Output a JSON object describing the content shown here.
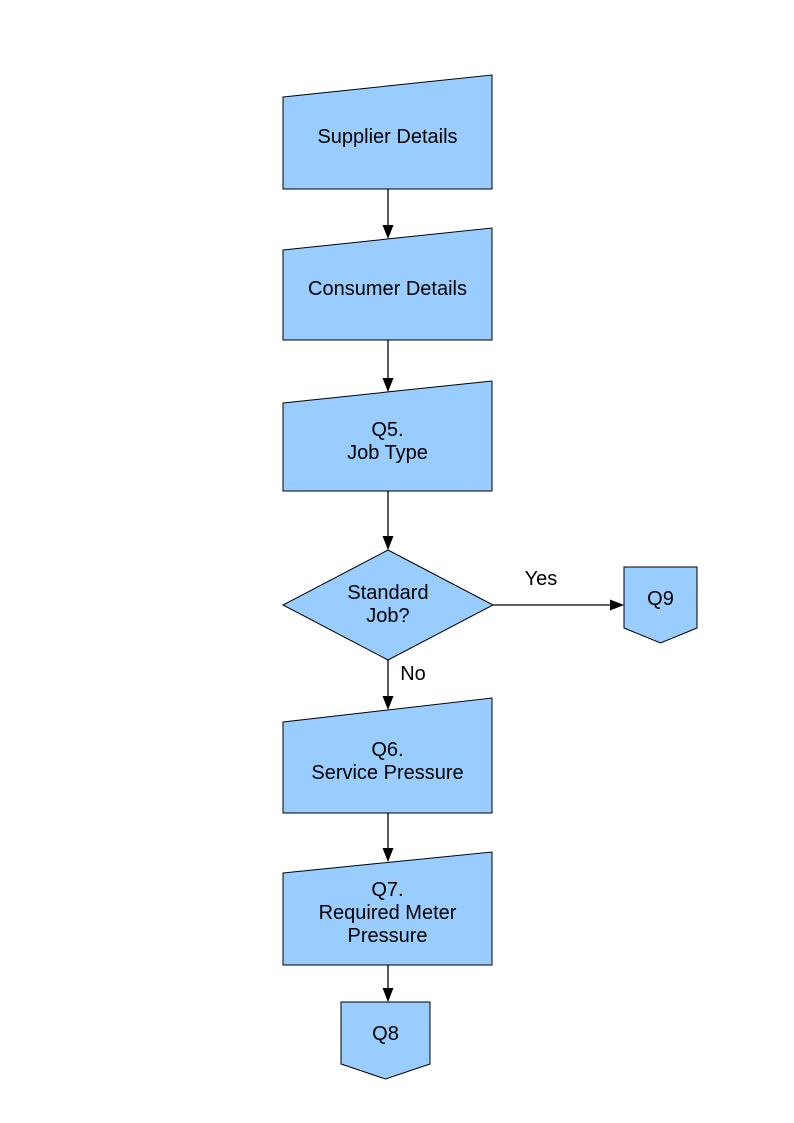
{
  "diagram": {
    "fill_color": "#99CCFF",
    "border_color": "#000000",
    "nodes": [
      {
        "id": "supplier-details",
        "type": "manual-input",
        "label": "Supplier Details"
      },
      {
        "id": "consumer-details",
        "type": "manual-input",
        "label": "Consumer Details"
      },
      {
        "id": "q5-job-type",
        "type": "manual-input",
        "label": "Q5.\nJob Type"
      },
      {
        "id": "standard-job-decision",
        "type": "decision",
        "label": "Standard\nJob?"
      },
      {
        "id": "q9-connector",
        "type": "off-page-connector",
        "label": "Q9"
      },
      {
        "id": "q6-service-pressure",
        "type": "manual-input",
        "label": "Q6.\nService Pressure"
      },
      {
        "id": "q7-required-meter-pressure",
        "type": "manual-input",
        "label": "Q7.\nRequired Meter\nPressure"
      },
      {
        "id": "q8-connector",
        "type": "off-page-connector",
        "label": "Q8"
      }
    ],
    "edge_labels": {
      "yes": "Yes",
      "no": "No"
    }
  }
}
